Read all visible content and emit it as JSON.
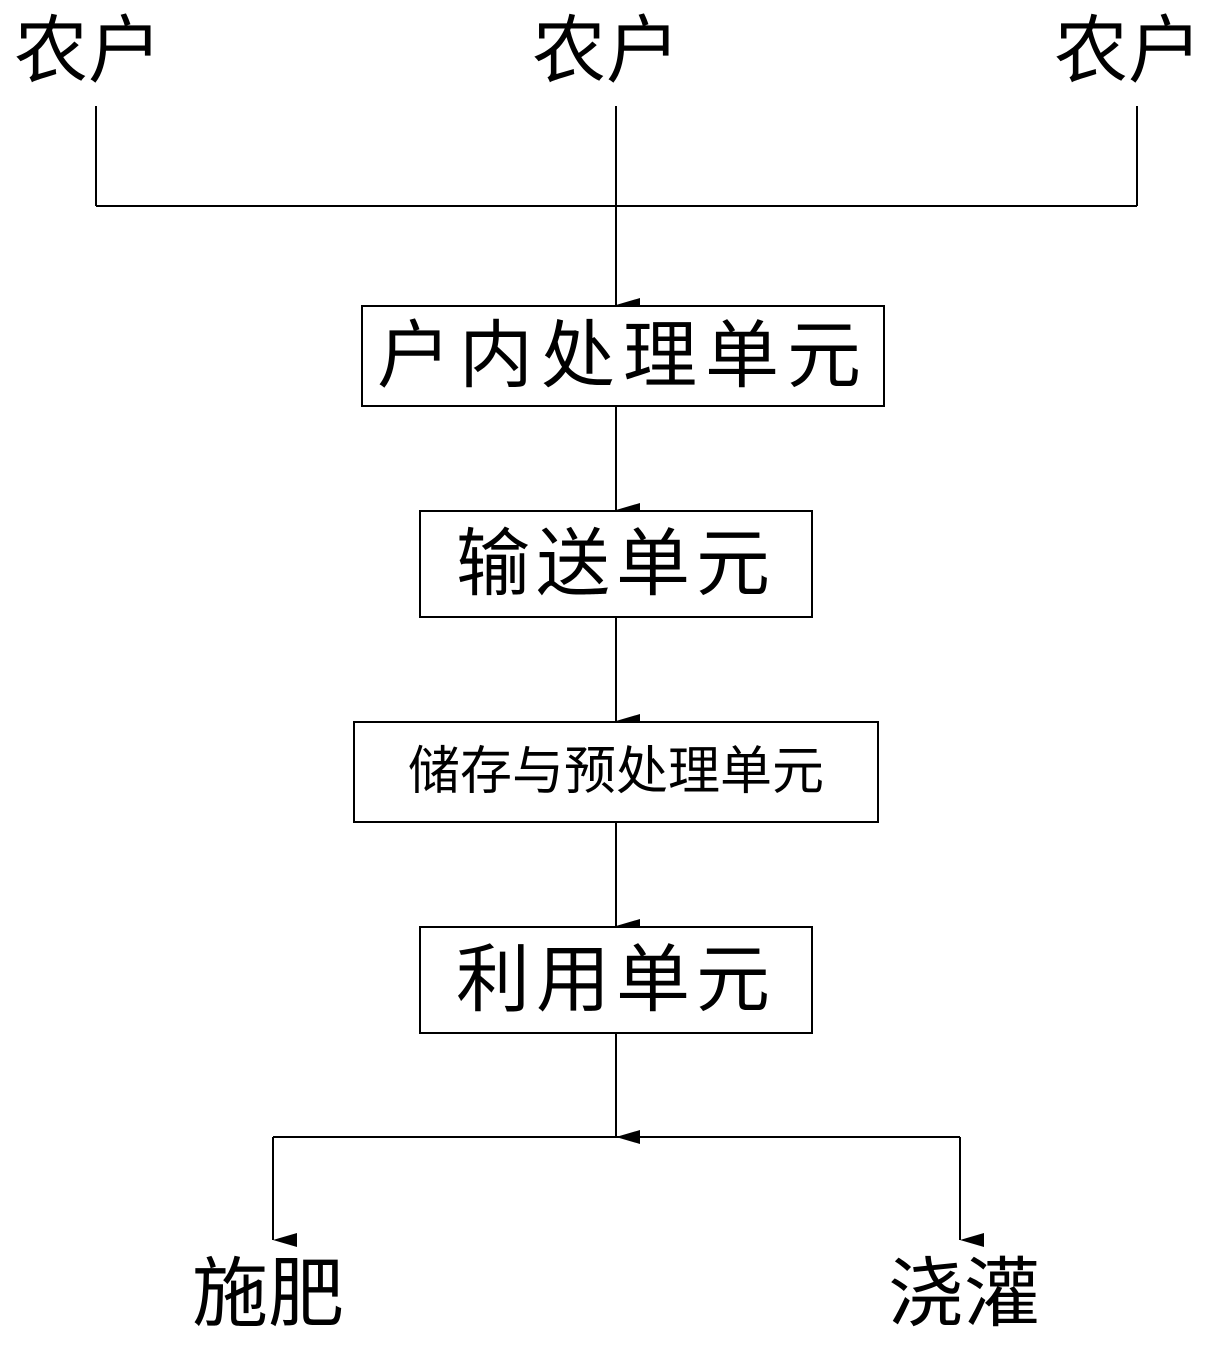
{
  "sources": [
    {
      "label": "农户"
    },
    {
      "label": "农户"
    },
    {
      "label": "农户"
    }
  ],
  "units": [
    {
      "label": "户内处理单元"
    },
    {
      "label": "输送单元"
    },
    {
      "label": "储存与预处理单元"
    },
    {
      "label": "利用单元"
    }
  ],
  "outcomes": [
    {
      "label": "施肥"
    },
    {
      "label": "浇灌"
    }
  ],
  "colors": {
    "line": "#000000",
    "background": "#ffffff",
    "text": "#000000"
  }
}
